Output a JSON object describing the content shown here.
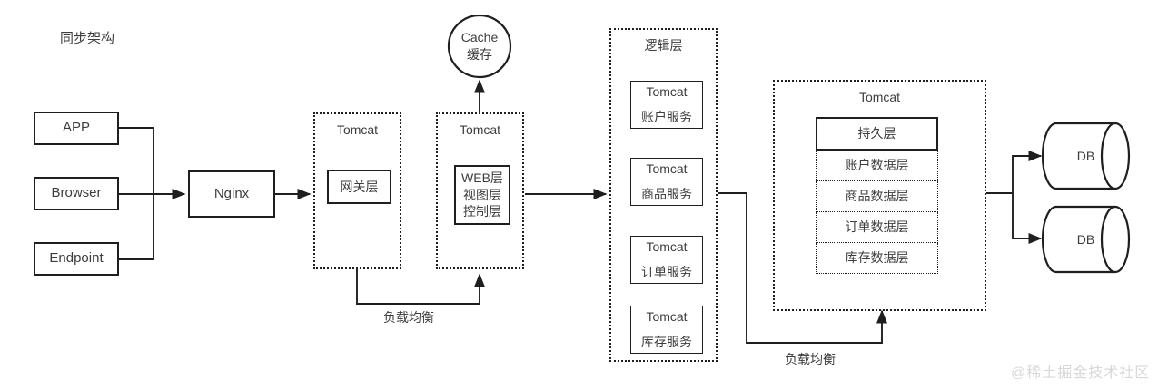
{
  "diagram": {
    "title": "同步架构",
    "watermark": "@稀土掘金技术社区"
  },
  "clients": [
    {
      "label": "APP"
    },
    {
      "label": "Browser"
    },
    {
      "label": "Endpoint"
    }
  ],
  "gateway": {
    "proxy_label": "Nginx",
    "tomcat_label": "Tomcat",
    "inner_label": "网关层"
  },
  "web": {
    "tomcat_label": "Tomcat",
    "inner_lines": [
      "WEB层",
      "视图层",
      "控制层"
    ]
  },
  "cache": {
    "line1": "Cache",
    "line2": "缓存"
  },
  "logic": {
    "container_label": "逻辑层",
    "services": [
      {
        "runtime": "Tomcat",
        "name": "账户服务"
      },
      {
        "runtime": "Tomcat",
        "name": "商品服务"
      },
      {
        "runtime": "Tomcat",
        "name": "订单服务"
      },
      {
        "runtime": "Tomcat",
        "name": "库存服务"
      }
    ]
  },
  "persistence": {
    "container_label": "Tomcat",
    "head_label": "持久层",
    "data_layers": [
      {
        "label": "账户数据层"
      },
      {
        "label": "商品数据层"
      },
      {
        "label": "订单数据层"
      },
      {
        "label": "库存数据层"
      }
    ]
  },
  "databases": [
    {
      "label": "DB"
    },
    {
      "label": "DB"
    }
  ],
  "annotations": {
    "load_balance_left": "负载均衡",
    "load_balance_right": "负载均衡"
  }
}
